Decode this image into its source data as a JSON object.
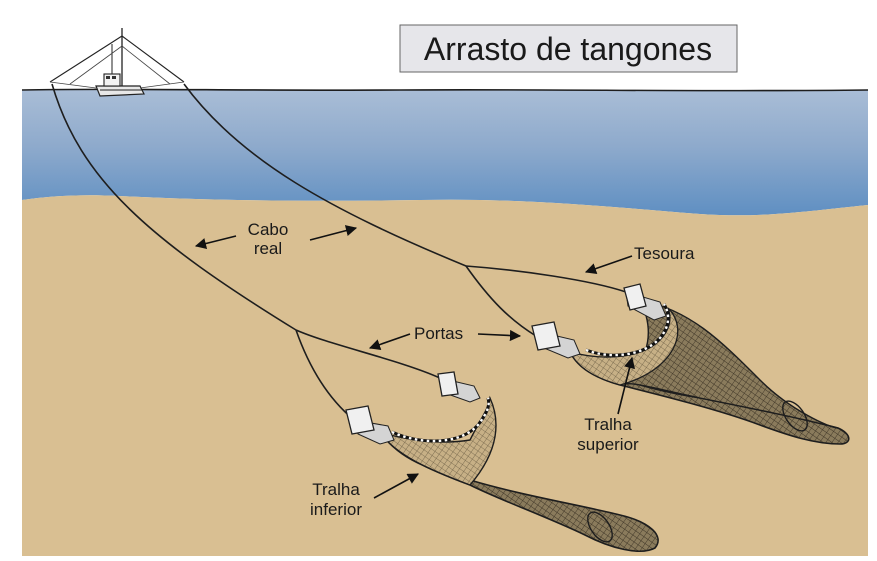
{
  "title": "Arrasto de tangones",
  "labels": {
    "cabo_real_line1": "Cabo",
    "cabo_real_line2": "real",
    "tesoura": "Tesoura",
    "portas": "Portas",
    "tralha_superior_line1": "Tralha",
    "tralha_superior_line2": "superior",
    "tralha_inferior_line1": "Tralha",
    "tralha_inferior_line2": "inferior"
  },
  "colors": {
    "water_top": "#a9bdd6",
    "water_bottom": "#5f8fc2",
    "seabed": "#d9bf92",
    "net": "#8a7b5c",
    "title_box": "#e6e6ea"
  }
}
